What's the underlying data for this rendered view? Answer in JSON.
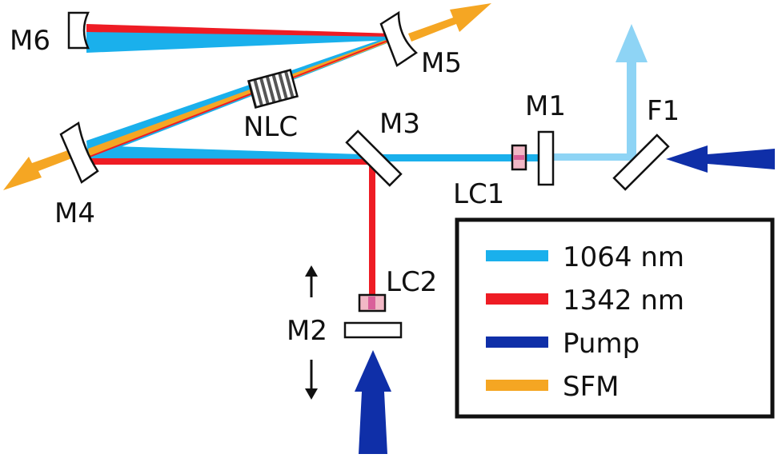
{
  "labels": {
    "m1": "M1",
    "m2": "M2",
    "m3": "M3",
    "m4": "M4",
    "m5": "M5",
    "m6": "M6",
    "nlc": "NLC",
    "f1": "F1",
    "lc1": "LC1",
    "lc2": "LC2"
  },
  "legend": {
    "items": [
      {
        "label": "1064 nm",
        "color": "#1ab0ec"
      },
      {
        "label": "1342 nm",
        "color": "#ee1c24"
      },
      {
        "label": "Pump",
        "color": "#0f2fa8"
      },
      {
        "label": "SFM",
        "color": "#f5a623"
      }
    ]
  },
  "colors": {
    "beam_1064": "#1ab0ec",
    "beam_1064_out": "#8ed4f5",
    "beam_1342": "#ee1c24",
    "pump": "#0f2fa8",
    "sfm": "#f5a623",
    "crystal_fill": "#f2b8c6",
    "crystal_core": "#d9609a"
  }
}
